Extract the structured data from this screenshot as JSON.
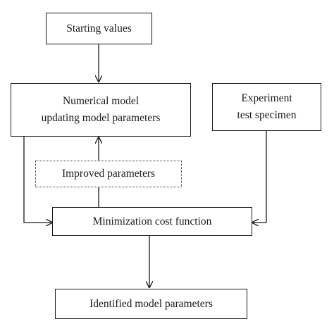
{
  "diagram": {
    "nodes": {
      "starting": {
        "label": "Starting values"
      },
      "numerical": {
        "lines": [
          "Numerical model",
          "updating model parameters"
        ]
      },
      "experiment": {
        "lines": [
          "Experiment",
          "test specimen"
        ]
      },
      "improved": {
        "label": "Improved parameters"
      },
      "minimization": {
        "label": "Minimization cost function"
      },
      "identified": {
        "label": "Identified model parameters"
      }
    },
    "edges": [
      {
        "from": "starting",
        "to": "numerical"
      },
      {
        "from": "numerical",
        "to": "minimization"
      },
      {
        "from": "experiment",
        "to": "minimization"
      },
      {
        "from": "minimization",
        "to": "numerical",
        "via": "improved"
      },
      {
        "from": "minimization",
        "to": "identified"
      }
    ],
    "colors": {
      "stroke": "#1a1a1a",
      "text": "#1a1a1a",
      "background": "#ffffff"
    }
  }
}
